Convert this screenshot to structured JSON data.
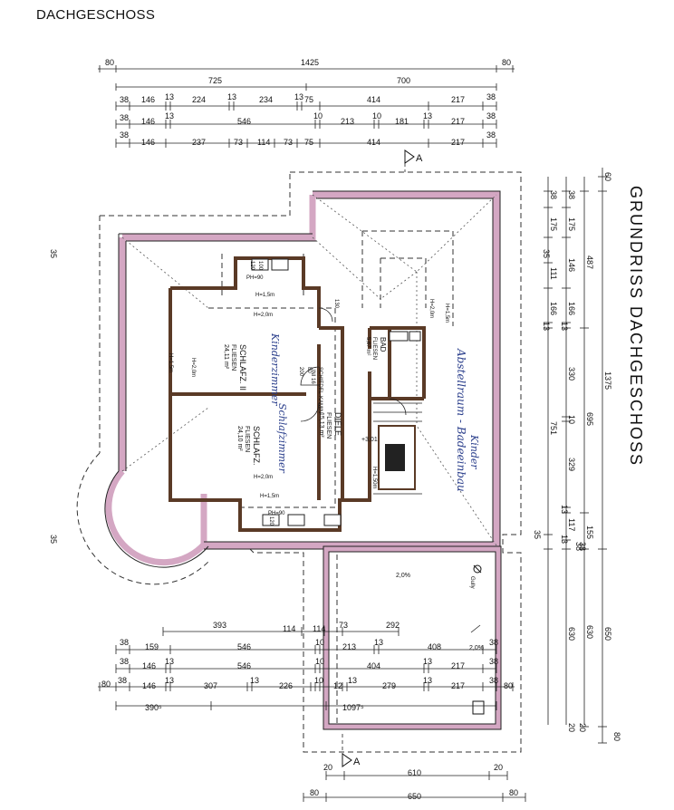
{
  "page_title": "DACHGESCHOSS",
  "plan_title": "GRUNDRISS DACHGESCHOSS",
  "section_marker": "A",
  "top_dims": {
    "row0": [
      "80",
      "1425",
      "80"
    ],
    "row1": [
      "725",
      "700"
    ],
    "row2": [
      "38",
      "146",
      "13",
      "224",
      "13",
      "234",
      "13",
      "75",
      "414",
      "217",
      "38"
    ],
    "row3": [
      "38",
      "146",
      "13",
      "546",
      "10",
      "213",
      "10",
      "181",
      "13",
      "217",
      "38"
    ],
    "row4": [
      "38",
      "146",
      "237",
      "73",
      "114",
      "73",
      "75",
      "414",
      "217",
      "38"
    ]
  },
  "bottom_dims": {
    "row1": [
      "393",
      "114",
      "114",
      "73",
      "292"
    ],
    "row2": [
      "38",
      "159",
      "546",
      "10",
      "213",
      "13",
      "408",
      "38"
    ],
    "row3": [
      "38",
      "146",
      "13",
      "546",
      "10",
      "404",
      "13",
      "217",
      "38"
    ],
    "row4": [
      "80",
      "38",
      "146",
      "13",
      "307",
      "13",
      "226",
      "10",
      "12",
      "13",
      "279",
      "13",
      "217",
      "38",
      "80"
    ],
    "row5": [
      "390⁵",
      "1097⁵"
    ],
    "row6": [
      "20",
      "610",
      "20"
    ],
    "row7": [
      "80",
      "650",
      "80"
    ]
  },
  "right_dims": {
    "col1": [
      "38",
      "175",
      "35",
      "111",
      "166",
      "13",
      "751",
      "35"
    ],
    "col2": [
      "38",
      "175",
      "146",
      "166",
      "13",
      "330",
      "10",
      "329",
      "13",
      "117",
      "13",
      "38"
    ],
    "col3": [
      "487",
      "695",
      "155",
      "38",
      "630",
      "20"
    ],
    "col4": [
      "60",
      "1375",
      "650",
      "80"
    ],
    "extra": [
      "630",
      "20",
      "20"
    ]
  },
  "left_dims": [
    "35",
    "35"
  ],
  "rooms": {
    "schlafz1": {
      "name": "SCHLAFZ. II",
      "floor": "FLIESEN",
      "area": "24,11 m²"
    },
    "schlafz2": {
      "name": "SCHLAFZ.",
      "floor": "FLIESEN",
      "area": "24,10 m²"
    },
    "diele": {
      "name": "DIELE",
      "floor": "FLIESEN",
      "area": "15,13 m²"
    },
    "bad": {
      "name": "BAD",
      "floor": "FLIESEN",
      "area": "5,67 m²"
    },
    "kamin": {
      "name": "SCHIEDEL-KAMIN",
      "size": "UNI 16"
    }
  },
  "annotations": {
    "ph90_top": "PH=90",
    "ph90_bottom": "PH=90",
    "h15m_a": "H=1,5m",
    "h20m_a": "H=2,0m",
    "h15m_left": "H=1,5m",
    "h20m_left": "H=2,0m",
    "h20m_b": "H=2,0m",
    "h15m_b": "H=1,5m",
    "h20m_bad": "H=2,0m",
    "h15m_bad": "H=1,5m",
    "h150m": "H=1,50m",
    "level": "+3,01",
    "slope1": "2,0%",
    "slope2": "2,0%",
    "gully": "Gully",
    "w1": "120",
    "w2": "100",
    "w3": "80",
    "w4": "200",
    "w5": "130"
  },
  "handwriting": {
    "h1": "Kinderzimmer",
    "h2": "Schlafzimmer",
    "h3": "Abstellraum - Badeeinbau",
    "h4": "Kinder"
  }
}
